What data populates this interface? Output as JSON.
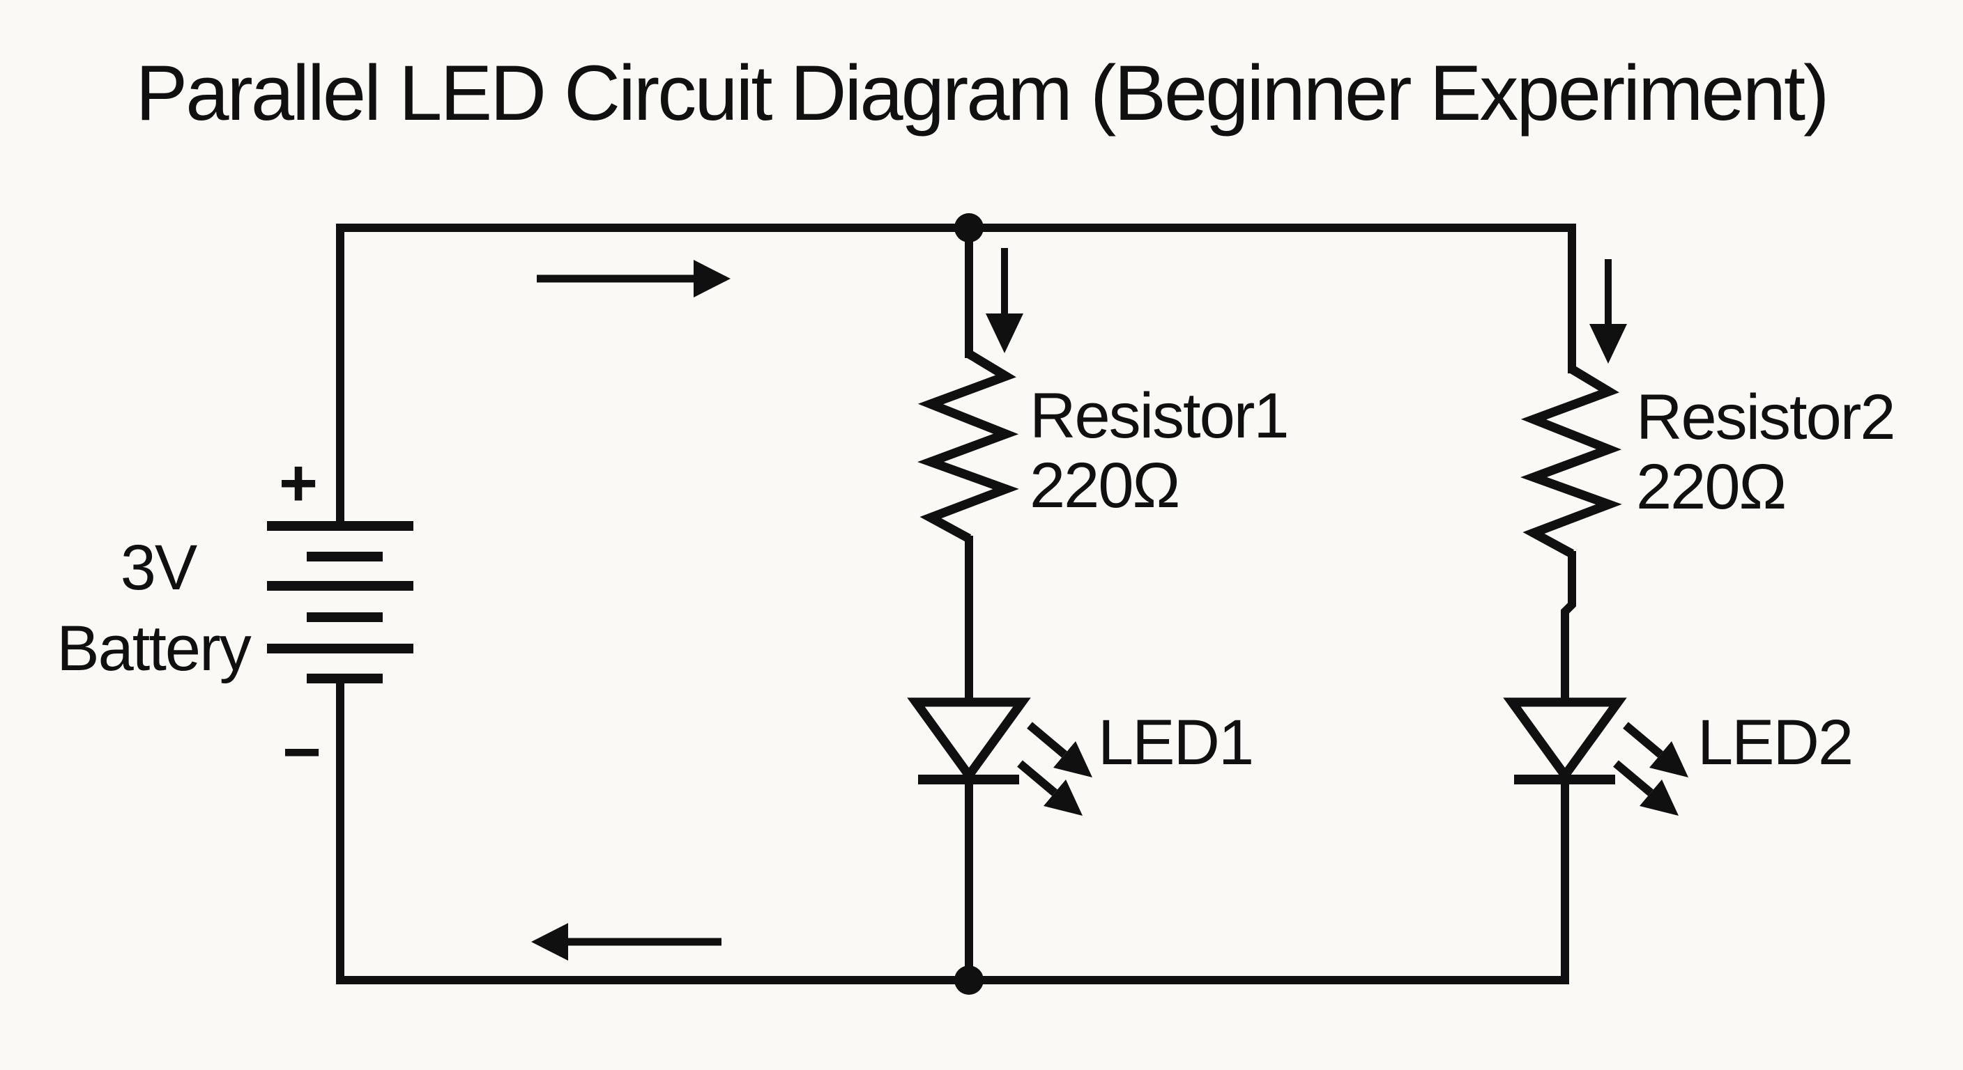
{
  "title": "Parallel LED Circuit Diagram (Beginner Experiment)",
  "colors": {
    "ink": "#101010",
    "background": "#faf9f6"
  },
  "battery": {
    "voltage_label": "3V",
    "name_label": "Battery",
    "positive_terminal": "+",
    "negative_terminal": "−"
  },
  "branches": [
    {
      "resistor_name": "Resistor1",
      "resistor_value": "220Ω",
      "led_name": "LED1"
    },
    {
      "resistor_name": "Resistor2",
      "resistor_value": "220Ω",
      "led_name": "LED2"
    }
  ],
  "current_flow": {
    "top_arrow_direction": "right",
    "bottom_arrow_direction": "left",
    "branch1_arrow_direction": "down",
    "branch2_arrow_direction": "down"
  }
}
